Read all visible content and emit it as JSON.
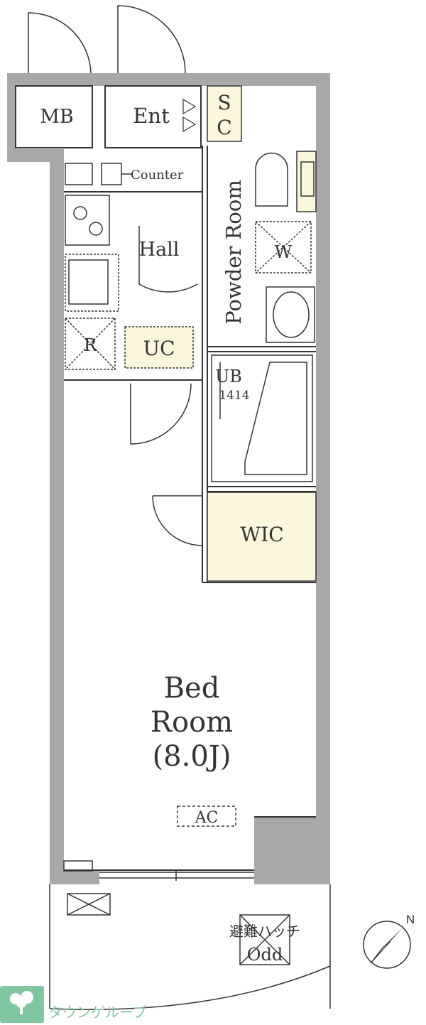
{
  "colors": {
    "wall": "#a8a8a8",
    "line": "#333333",
    "storage_fill": "#fbf7dc",
    "watermark": "#7fc7a0"
  },
  "rooms": {
    "mb": "MB",
    "ent": "Ent",
    "sc_top": "S",
    "sc_bottom": "C",
    "counter": "Counter",
    "hall": "Hall",
    "powder_room": "Powder Room",
    "w": "W",
    "r": "R",
    "uc": "UC",
    "ub": "UB",
    "ub_size": "1414",
    "wic": "WIC",
    "bed_line1": "Bed",
    "bed_line2": "Room",
    "bed_line3": "(8.0J)",
    "ac": "AC",
    "hatch_line1": "避難ハッチ",
    "hatch_line2": "Odd"
  },
  "compass": {
    "north": "N",
    "icon": "compass-needle-icon"
  },
  "watermark": {
    "text": "タウンゲループ",
    "icon": "tree-logo-icon"
  }
}
